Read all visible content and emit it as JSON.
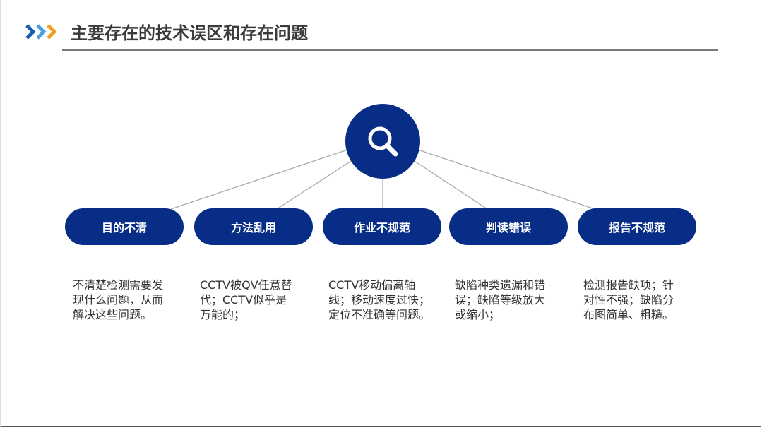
{
  "header": {
    "title": "主要存在的技术误区和存在问题",
    "icon": "triple-chevron-icon",
    "colors": [
      "#1560b0",
      "#4a9ee8",
      "#f0a020"
    ]
  },
  "hub": {
    "icon": "search-icon",
    "color": "#082d87"
  },
  "items": [
    {
      "label": "目的不清",
      "lines": [
        "不清楚检测需要发",
        "现什么问题，从而",
        "解决这些问题。"
      ]
    },
    {
      "label": "方法乱用",
      "lines": [
        "CCTV被QV任意替",
        "代；CCTV似乎是",
        "万能的；"
      ]
    },
    {
      "label": "作业不规范",
      "lines": [
        "CCTV移动偏离轴",
        "线；移动速度过快；",
        "定位不准确等问题。"
      ]
    },
    {
      "label": "判读错误",
      "lines": [
        "缺陷种类遗漏和错",
        "误；缺陷等级放大",
        "或缩小；"
      ]
    },
    {
      "label": "报告不规范",
      "lines": [
        "检测报告缺项；针",
        "对性不强；缺陷分",
        "布图简单、粗糙。"
      ]
    }
  ]
}
